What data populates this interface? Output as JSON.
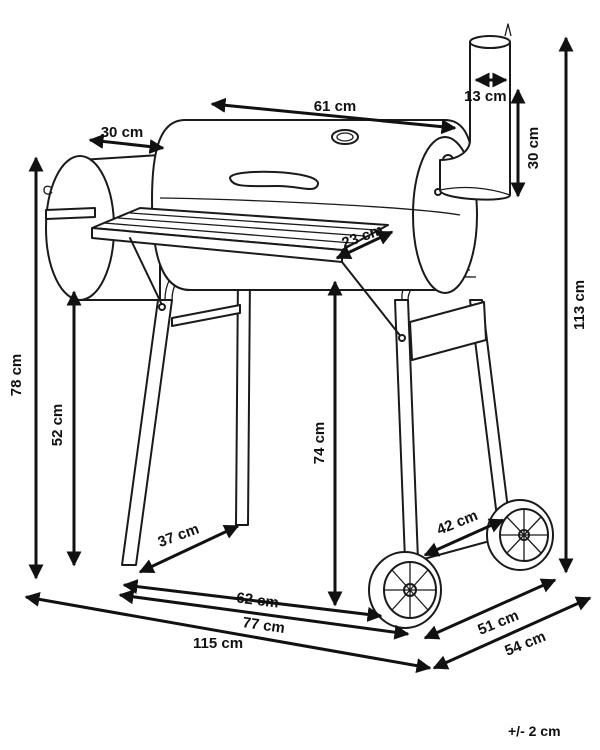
{
  "dimensions": {
    "chimney_diameter": "13 cm",
    "chimney_height": "30 cm",
    "main_chamber_length": "61 cm",
    "firebox_length": "30 cm",
    "side_shelf_depth": "23 cm",
    "total_height": "113 cm",
    "firebox_height": "78 cm",
    "firebox_bottom_height": "52 cm",
    "shelf_height": "74 cm",
    "leg_spacing_left": "37 cm",
    "wheel_spacing": "42 cm",
    "leg_span": "62 cm",
    "overall_base": "77 cm",
    "overall_length": "115 cm",
    "depth_inner": "51 cm",
    "depth_outer": "54 cm"
  },
  "tolerance": "+/- 2 cm",
  "colors": {
    "ink": "#1a1a1a",
    "background": "#ffffff"
  }
}
